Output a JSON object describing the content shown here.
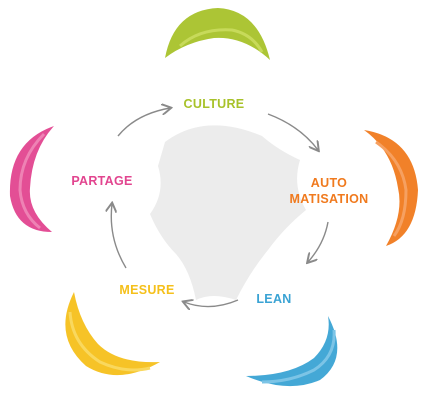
{
  "steps": [
    {
      "id": "culture",
      "label": "CULTURE",
      "color": "#a8c22a"
    },
    {
      "id": "automatisation",
      "label_line1": "AUTO",
      "label_line2": "MATISATION",
      "color": "#f07a1e"
    },
    {
      "id": "lean",
      "label": "LEAN",
      "color": "#3aa3d4"
    },
    {
      "id": "mesure",
      "label": "MESURE",
      "color": "#f5c01b"
    },
    {
      "id": "partage",
      "label": "PARTAGE",
      "color": "#e2458f"
    }
  ],
  "colors": {
    "center_shape": "#ececec",
    "arrows": "#8a8a8a"
  }
}
